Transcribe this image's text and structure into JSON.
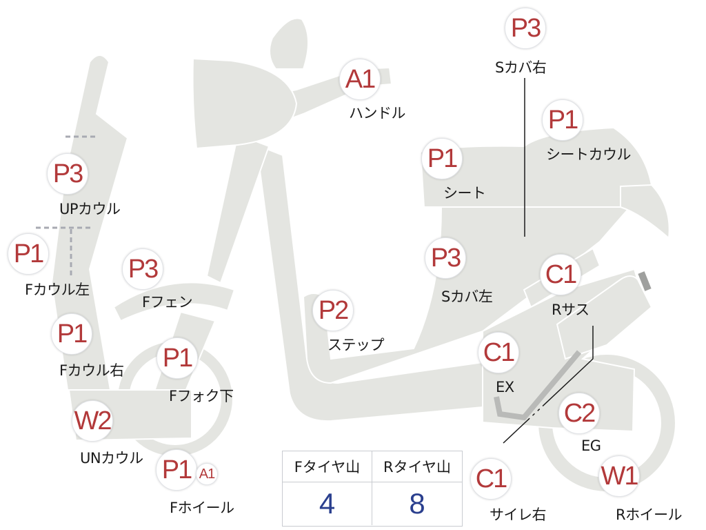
{
  "colors": {
    "part_fill": "#e4e5e1",
    "part_stroke": "#ffffff",
    "grade_text": "#b2393a",
    "value_text": "#2a3f8e",
    "label_text": "#1a1a1a"
  },
  "parts": [
    {
      "id": "handle",
      "grade": "A1",
      "label": "ハンドル"
    },
    {
      "id": "s-cover-right",
      "grade": "P3",
      "label": "Sカバ右"
    },
    {
      "id": "seat-cowl",
      "grade": "P1",
      "label": "シートカウル"
    },
    {
      "id": "seat",
      "grade": "P1",
      "label": "シート"
    },
    {
      "id": "up-cowl",
      "grade": "P3",
      "label": "UPカウル"
    },
    {
      "id": "f-cowl-left",
      "grade": "P1",
      "label": "Fカウル左"
    },
    {
      "id": "f-fender",
      "grade": "P3",
      "label": "Fフェン"
    },
    {
      "id": "s-cover-left",
      "grade": "P3",
      "label": "Sカバ左"
    },
    {
      "id": "r-suspension",
      "grade": "C1",
      "label": "Rサス"
    },
    {
      "id": "f-cowl-right",
      "grade": "P1",
      "label": "Fカウル右"
    },
    {
      "id": "step",
      "grade": "P2",
      "label": "ステップ"
    },
    {
      "id": "f-fork-lower",
      "grade": "P1",
      "label": "Fフォク下"
    },
    {
      "id": "exhaust",
      "grade": "C1",
      "label": "EX"
    },
    {
      "id": "un-cowl",
      "grade": "W2",
      "label": "UNカウル"
    },
    {
      "id": "engine",
      "grade": "C2",
      "label": "EG"
    },
    {
      "id": "f-wheel",
      "grade": "P1",
      "label": "Fホイール",
      "extra_grade": "A1"
    },
    {
      "id": "silencer-right",
      "grade": "C1",
      "label": "サイレ右"
    },
    {
      "id": "r-wheel",
      "grade": "W1",
      "label": "Rホイール"
    }
  ],
  "tire_table": {
    "headers": [
      "Fタイヤ山",
      "Rタイヤ山"
    ],
    "values": [
      "4",
      "8"
    ]
  }
}
